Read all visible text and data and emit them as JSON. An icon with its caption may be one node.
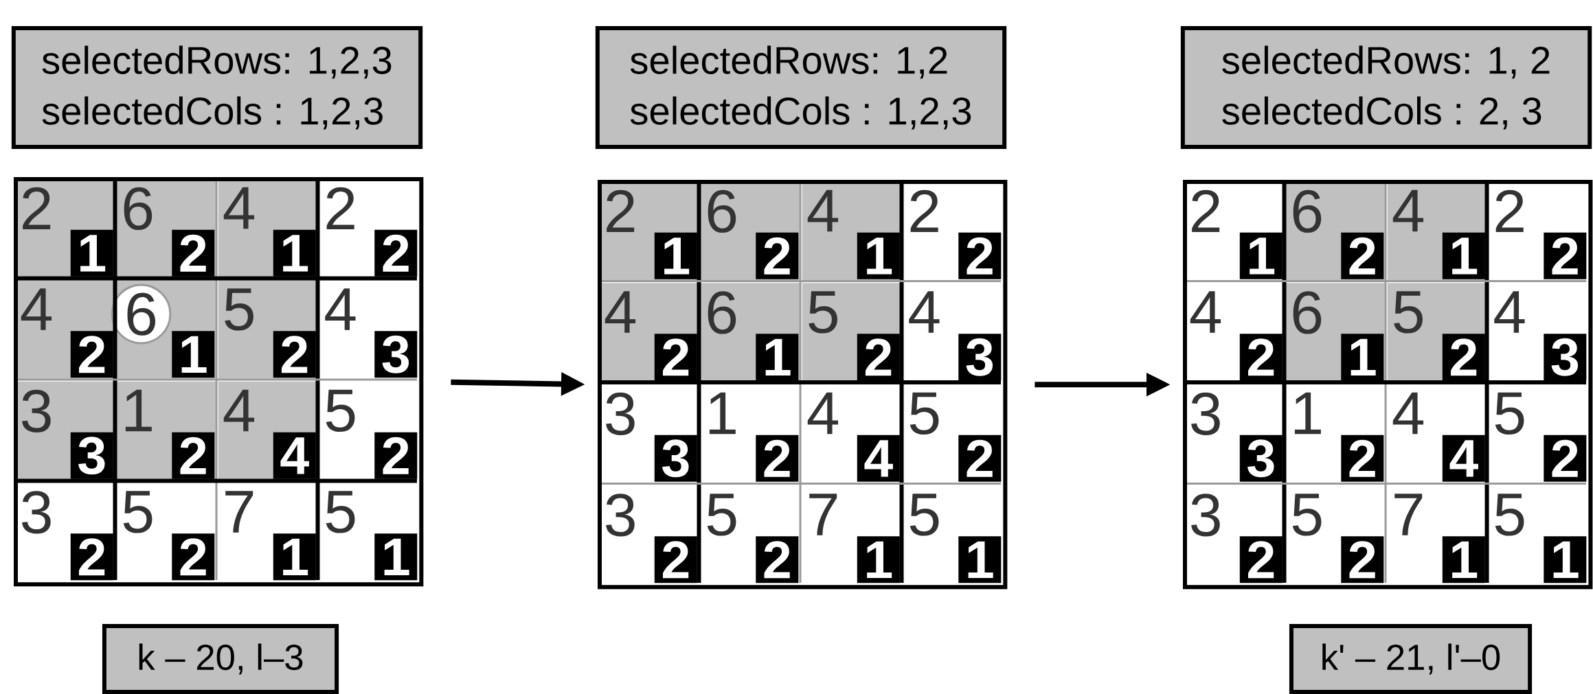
{
  "diagram": {
    "nodes": [
      {
        "text": [
          "selectedRows: 1,2,3",
          "selectedCols  : 1,2,3"
        ]
      },
      {
        "text": [],
        "shape": "box"
      },
      {
        "text": [
          "2",
          "1"
        ],
        "in": 1
      },
      {
        "text": [
          "6",
          "2"
        ],
        "in": 1
      },
      {
        "text": [
          "4",
          "1"
        ],
        "in": 1
      },
      {
        "text": [
          "2",
          "2"
        ],
        "in": 1
      },
      {
        "text": [
          "4",
          "2"
        ],
        "in": 1
      },
      {
        "text": [
          "6",
          "1"
        ],
        "in": 1
      },
      {
        "text": [
          "5",
          "2"
        ],
        "in": 1
      },
      {
        "text": [
          "4",
          "3"
        ],
        "in": 1
      },
      {
        "text": [
          "3",
          "3"
        ],
        "in": 1
      },
      {
        "text": [
          "1",
          "2"
        ],
        "in": 1
      },
      {
        "text": [
          "4",
          "4"
        ],
        "in": 1
      },
      {
        "text": [
          "5",
          "2"
        ],
        "in": 1
      },
      {
        "text": [
          "3",
          "2"
        ],
        "in": 1
      },
      {
        "text": [
          "5",
          "2"
        ],
        "in": 1
      },
      {
        "text": [
          "7",
          "1"
        ],
        "in": 1
      },
      {
        "text": [
          "5",
          "1"
        ],
        "in": 1
      },
      {
        "text": [
          "k – 20, l–3"
        ]
      },
      {
        "text": [
          "selectedRows: 1,2",
          "selectedCols  : 1,2,3"
        ]
      },
      {
        "text": [],
        "shape": "box"
      },
      {
        "text": [
          "2",
          "1"
        ],
        "in": 20
      },
      {
        "text": [
          "6",
          "2"
        ],
        "in": 20
      },
      {
        "text": [
          "4",
          "1"
        ],
        "in": 20
      },
      {
        "text": [
          "2",
          "2"
        ],
        "in": 20
      },
      {
        "text": [
          "4",
          "2"
        ],
        "in": 20
      },
      {
        "text": [
          "6",
          "1"
        ],
        "in": 20
      },
      {
        "text": [
          "5",
          "2"
        ],
        "in": 20
      },
      {
        "text": [
          "4",
          "3"
        ],
        "in": 20
      },
      {
        "text": [
          "3",
          "3"
        ],
        "in": 20
      },
      {
        "text": [
          "1",
          "2"
        ],
        "in": 20
      },
      {
        "text": [
          "4",
          "4"
        ],
        "in": 20
      },
      {
        "text": [
          "5",
          "2"
        ],
        "in": 20
      },
      {
        "text": [
          "3",
          "2"
        ],
        "in": 20
      },
      {
        "text": [
          "5",
          "2"
        ],
        "in": 20
      },
      {
        "text": [
          "7",
          "1"
        ],
        "in": 20
      },
      {
        "text": [
          "5",
          "1"
        ],
        "in": 20
      },
      {
        "text": [
          "selectedRows: 1, 2",
          "selectedCols  : 2, 3"
        ]
      },
      {
        "text": [],
        "shape": "box"
      },
      {
        "text": [
          "2",
          "1"
        ],
        "in": 38
      },
      {
        "text": [
          "6",
          "2"
        ],
        "in": 38
      },
      {
        "text": [
          "4",
          "1"
        ],
        "in": 38
      },
      {
        "text": [
          "2",
          "2"
        ],
        "in": 38
      },
      {
        "text": [
          "4",
          "2"
        ],
        "in": 38
      },
      {
        "text": [
          "6",
          "1"
        ],
        "in": 38
      },
      {
        "text": [
          "5",
          "2"
        ],
        "in": 38
      },
      {
        "text": [
          "4",
          "3"
        ],
        "in": 38
      },
      {
        "text": [
          "3",
          "3"
        ],
        "in": 38
      },
      {
        "text": [
          "1",
          "2"
        ],
        "in": 38
      },
      {
        "text": [
          "4",
          "4"
        ],
        "in": 38
      },
      {
        "text": [
          "5",
          "2"
        ],
        "in": 38
      },
      {
        "text": [
          "3",
          "2"
        ],
        "in": 38
      },
      {
        "text": [
          "5",
          "2"
        ],
        "in": 38
      },
      {
        "text": [
          "7",
          "1"
        ],
        "in": 38
      },
      {
        "text": [
          "5",
          "1"
        ],
        "in": 38
      },
      {
        "text": [
          "k' – 21, l'–0"
        ]
      }
    ],
    "edges": [
      {
        "from": 1,
        "to": 20,
        "arrow": "to"
      },
      {
        "from": 20,
        "to": 38,
        "arrow": "to"
      }
    ]
  }
}
